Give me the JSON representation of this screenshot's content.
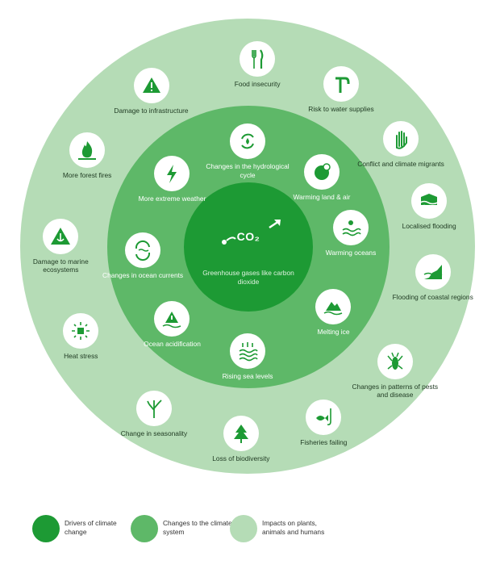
{
  "center": {
    "co2_label": "CO₂",
    "caption": "Greenhouse gases like carbon dioxide"
  },
  "middle_ring": [
    {
      "id": "hydro",
      "label": "Changes in the hydrological cycle",
      "icon": "water-cycle-icon"
    },
    {
      "id": "warmland",
      "label": "Warming land & air",
      "icon": "globe-sun-icon"
    },
    {
      "id": "warmoc",
      "label": "Warming oceans",
      "icon": "sun-waves-icon"
    },
    {
      "id": "melt",
      "label": "Melting ice",
      "icon": "iceberg-icon"
    },
    {
      "id": "sea",
      "label": "Rising sea levels",
      "icon": "rising-waves-icon"
    },
    {
      "id": "acid",
      "label": "Ocean acidification",
      "icon": "warning-waves-icon"
    },
    {
      "id": "curr",
      "label": "Changes in ocean currents",
      "icon": "current-cycle-icon"
    },
    {
      "id": "weather",
      "label": "More extreme weather",
      "icon": "lightning-icon"
    }
  ],
  "outer_ring": [
    {
      "id": "food",
      "label": "Food insecurity",
      "icon": "fork-knife-icon"
    },
    {
      "id": "water",
      "label": "Risk to water supplies",
      "icon": "tap-icon"
    },
    {
      "id": "conflict",
      "label": "Conflict and climate migrants",
      "icon": "hand-icon"
    },
    {
      "id": "flood",
      "label": "Localised flooding",
      "icon": "flood-icon"
    },
    {
      "id": "coast",
      "label": "Flooding of coastal regions",
      "icon": "coastal-flood-icon"
    },
    {
      "id": "pests",
      "label": "Changes in patterns of pests and disease",
      "icon": "insect-icon"
    },
    {
      "id": "fish",
      "label": "Fisheries failing",
      "icon": "fish-hook-icon"
    },
    {
      "id": "biodiv",
      "label": "Loss of biodiversity",
      "icon": "tree-icon"
    },
    {
      "id": "season",
      "label": "Change in seasonality",
      "icon": "bare-tree-icon"
    },
    {
      "id": "heat",
      "label": "Heat stress",
      "icon": "heat-icon"
    },
    {
      "id": "marine",
      "label": "Damage to marine ecosystems",
      "icon": "anchor-warning-icon"
    },
    {
      "id": "fires",
      "label": "More forest fires",
      "icon": "fire-icon"
    },
    {
      "id": "infra",
      "label": "Damage to infrastructure",
      "icon": "warning-icon"
    }
  ],
  "legend": [
    {
      "label": "Drivers of climate change",
      "color": "#1d9a34"
    },
    {
      "label": "Changes to the climate system",
      "color": "#5eb868"
    },
    {
      "label": "Impacts on plants, animals and humans",
      "color": "#b5dcb6"
    }
  ]
}
